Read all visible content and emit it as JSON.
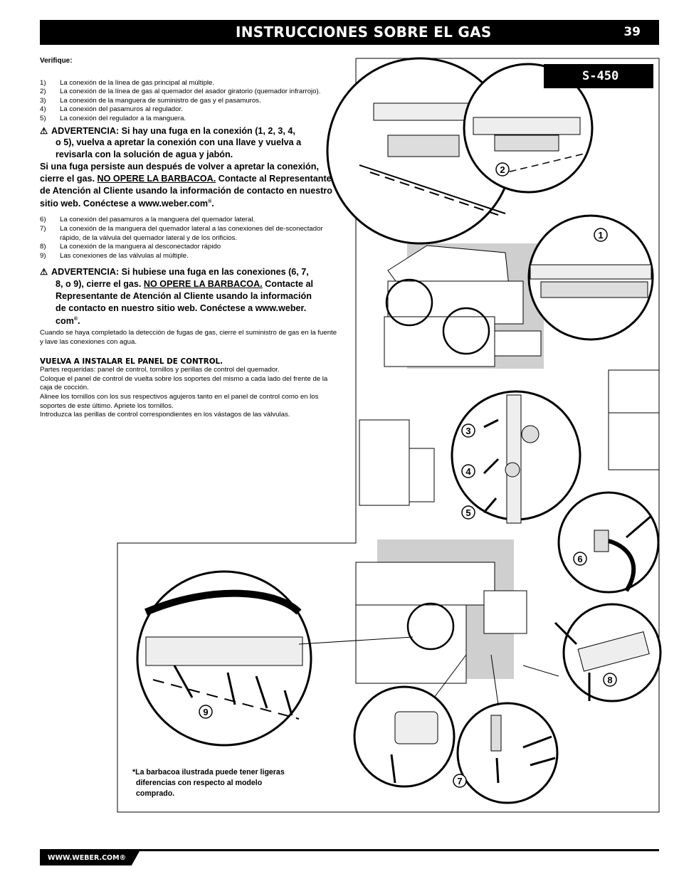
{
  "header": {
    "title": "INSTRUCCIONES SOBRE EL GAS",
    "page_number": "39"
  },
  "model_badge": "S-450",
  "verifique": "Verifique:",
  "list1": [
    {
      "n": "1)",
      "text": "La conexión  de la línea de gas principal al múltiple."
    },
    {
      "n": "2)",
      "text": "La conexión de la línea de gas al quemador del asador giratorio (quemador infrarrojo)."
    },
    {
      "n": "3)",
      "text": "La conexión de la manguera de suministro de gas y el pasamuros."
    },
    {
      "n": "4)",
      "text": "La conexión del pasamuros al regulador."
    },
    {
      "n": "5)",
      "text": "La conexión del regulador a la manguera."
    }
  ],
  "warning1": {
    "line1": "ADVERTENCIA: Si hay una fuga en la conexión (1, 2, 3, 4,",
    "line2": "o 5), vuelva a apretar la conexión con una llave y vuelva a",
    "line3": "revisarla con la solución de agua y jabón.",
    "p2a": "Si una fuga persiste aun después de volver a apretar la conexión, cierre el gas. ",
    "p2u": "NO OPERE LA BARBACOA.",
    "p2b": " Contacte al Representante de Atención al Cliente usando la información de contacto en nuestro sitio web. Conéctese a www.weber.com",
    "reg": "®",
    "end": "."
  },
  "list2": [
    {
      "n": "6)",
      "text": "La conexión del pasamuros a la manguera del quemador lateral."
    },
    {
      "n": "7)",
      "text": "La conexión de la manguera del quemador lateral a las conexiones del de-sconectador rápido, de la válvula del quemador lateral y de los orificios."
    },
    {
      "n": "8)",
      "text": "La conexión de la manguera al desconectador rápido"
    },
    {
      "n": "9)",
      "text": "Las conexiones de las válvulas al múltiple."
    }
  ],
  "warning2": {
    "a": "ADVERTENCIA: Si hubiese una fuga en las conexiones (6, 7,",
    "b": "8, o 9), cierre el gas. ",
    "u": "NO OPERE LA BARBACOA.",
    "c": " Contacte al",
    "d": "Representante de Atención al Cliente usando la información",
    "e": "de contacto en nuestro sitio web. Conéctese a www.weber.",
    "f": "com",
    "reg": "®",
    "end": "."
  },
  "after_check": "Cuando se haya completado la detección de fugas de gas, cierre el suministro de gas en la fuente y lave las conexiones con agua.",
  "section": {
    "heading": "VUELVA A INSTALAR EL PANEL DE CONTROL.",
    "lines": [
      "Partes requeridas: panel de control, tornillos y perillas de control del quemador.",
      "Coloque el panel de control de vuelta sobre los soportes del mismo a cada lado del frente de la caja de cocción.",
      "Alinee los tornillos con los sus respectivos agujeros tanto en el panel de control como en los soportes de este último. Apriete los tornillos.",
      "Introduzca las perillas de control correspondientes en los vástagos de las válvulas."
    ]
  },
  "note": {
    "l1": "*La barbacoa ilustrada puede tener ligeras",
    "l2": "diferencias con respecto al modelo",
    "l3": "comprado."
  },
  "callouts": [
    "1",
    "2",
    "3",
    "4",
    "5",
    "6",
    "7",
    "8",
    "9"
  ],
  "footer": "WWW.WEBER.COM®"
}
